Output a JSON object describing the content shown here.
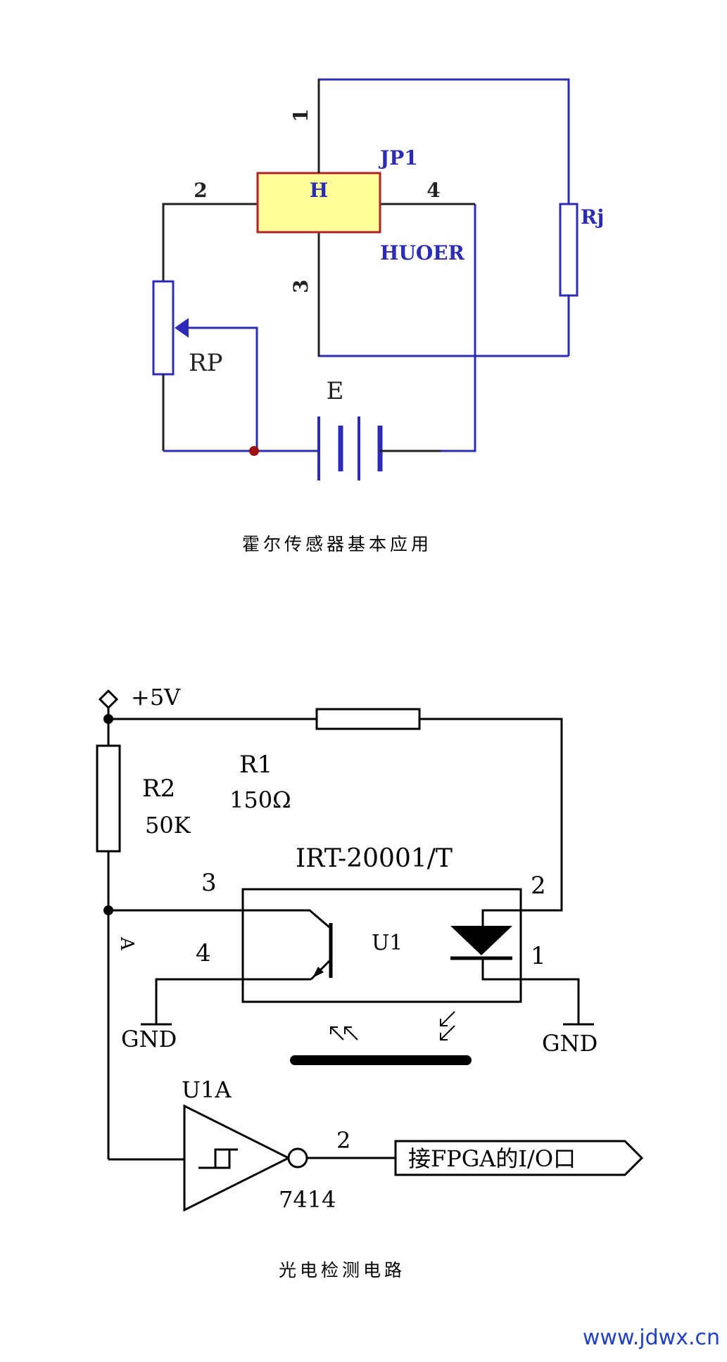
{
  "diagram1": {
    "caption": "霍尔传感器基本应用",
    "hall_label": "H",
    "jp_label": "JP1",
    "part_label": "HUOER",
    "pin1": "1",
    "pin2": "2",
    "pin3": "3",
    "pin4": "4",
    "rj_label": "Rj",
    "rp_label": "RP",
    "battery_label": "E",
    "colors": {
      "blue": "#2b2bb8",
      "hall_fill": "#ffff99",
      "hall_border": "#b22222",
      "junction": "#9b1010"
    }
  },
  "diagram2": {
    "caption": "光电检测电路",
    "supply": "+5V",
    "r1_name": "R1",
    "r1_value": "150Ω",
    "r2_name": "R2",
    "r2_value": "50K",
    "ic_label": "IRT-20001/T",
    "u1_label": "U1",
    "pin3": "3",
    "pin4": "4",
    "pin2": "2",
    "pin1": "1",
    "node_a": "A",
    "gnd_left": "GND",
    "gnd_right": "GND",
    "gate_label": "U1A",
    "gate_part": "7414",
    "gate_pin": "2",
    "output_label": "接FPGA的I/O口"
  },
  "watermark": "www.jdwx.cn"
}
